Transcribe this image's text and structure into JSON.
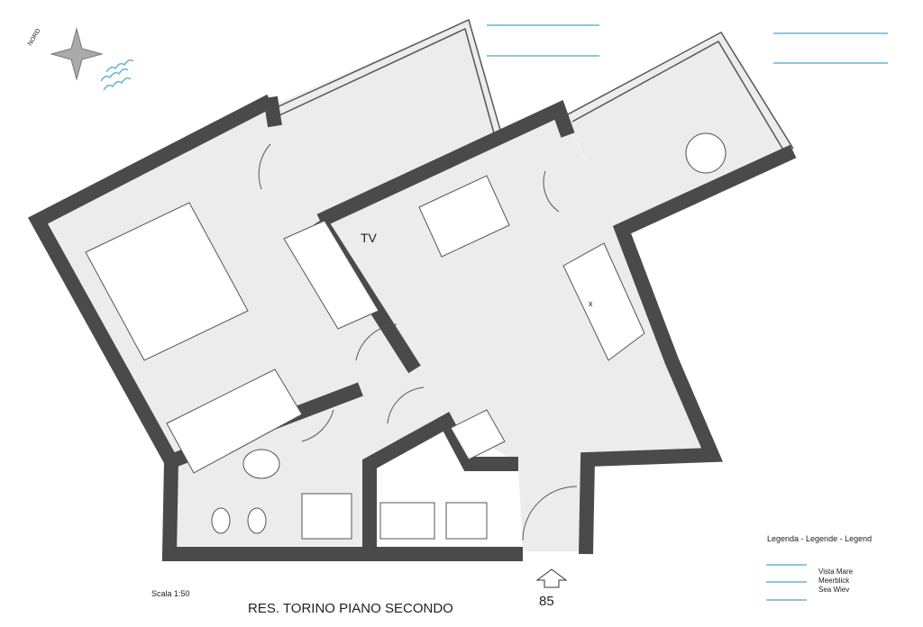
{
  "title": "RES. TORINO PIANO SECONDO",
  "scale": "Scala 1:50",
  "entrance_number": "85",
  "north_label": "NORD",
  "tv_label": "TV",
  "sofa_bed_label": "x",
  "legend": {
    "heading": "Legenda - Legende - Legend",
    "items": [
      "Vista Mare",
      "Meerblick",
      "Sea Wiev"
    ]
  },
  "colors": {
    "wall": "#4a4a4a",
    "floor": "#ececec",
    "sea": "#6ab4d6"
  }
}
